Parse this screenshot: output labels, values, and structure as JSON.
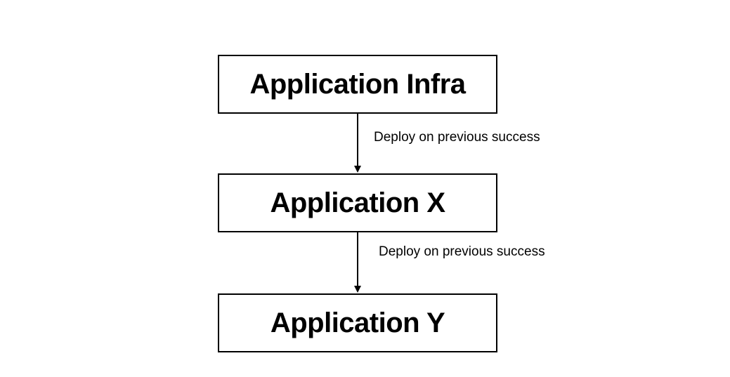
{
  "diagram": {
    "nodes": [
      {
        "id": "app-infra",
        "label": "Application Infra"
      },
      {
        "id": "app-x",
        "label": "Application X"
      },
      {
        "id": "app-y",
        "label": "Application Y"
      }
    ],
    "edges": [
      {
        "from": "app-infra",
        "to": "app-x",
        "label": "Deploy on previous success"
      },
      {
        "from": "app-x",
        "to": "app-y",
        "label": "Deploy on previous success"
      }
    ],
    "colors": {
      "stroke": "#000000",
      "background": "#ffffff",
      "text": "#000000"
    }
  }
}
